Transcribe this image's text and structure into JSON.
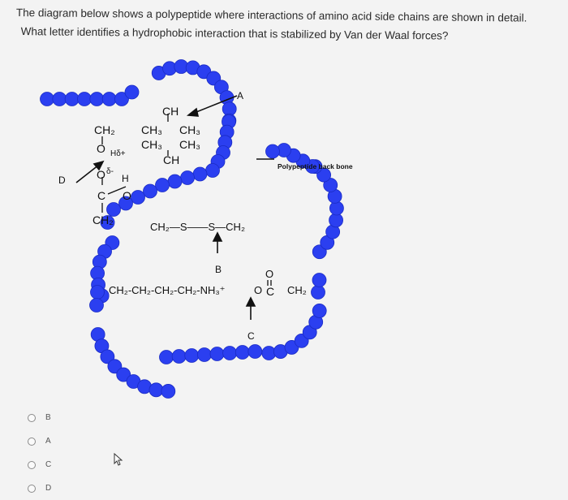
{
  "question": {
    "line1": "The diagram below shows a polypeptide where interactions of amino acid side chains are shown in detail.",
    "line2": "What letter identifies a hydrophobic interaction that is stabilized by Van der Waal forces?"
  },
  "diagram": {
    "labels": {
      "a": "A",
      "b": "B",
      "c": "C",
      "d": "D",
      "backbone": "Polypeptide back bone"
    },
    "chem": {
      "ch_top": "CH",
      "ch2_left": "CH₂",
      "ch3_a": "CH₃",
      "ch3_b": "CH₃",
      "ch3_c": "CH₃",
      "ch3_d": "CH₃",
      "ch_bottom": "CH",
      "o_top": "O",
      "h_delta_plus": "Hδ+",
      "delta_minus": "δ-",
      "o_delta": "O",
      "h_bond_h": "H",
      "c_left": "C",
      "o_left": "O",
      "ch2_left_bottom": "CH₂",
      "s_bridge": "CH₂—S——S—CH₂",
      "salt_chain": "CH₂-CH₂-CH₂-CH₂-NH₃⁺",
      "salt_o": "O",
      "salt_c": "C",
      "salt_ch2": "CH₂",
      "carbonyl_o": "O",
      "delta_plus_small": "+"
    }
  },
  "options": [
    {
      "label": "B"
    },
    {
      "label": "A"
    },
    {
      "label": "C"
    },
    {
      "label": "D"
    }
  ]
}
